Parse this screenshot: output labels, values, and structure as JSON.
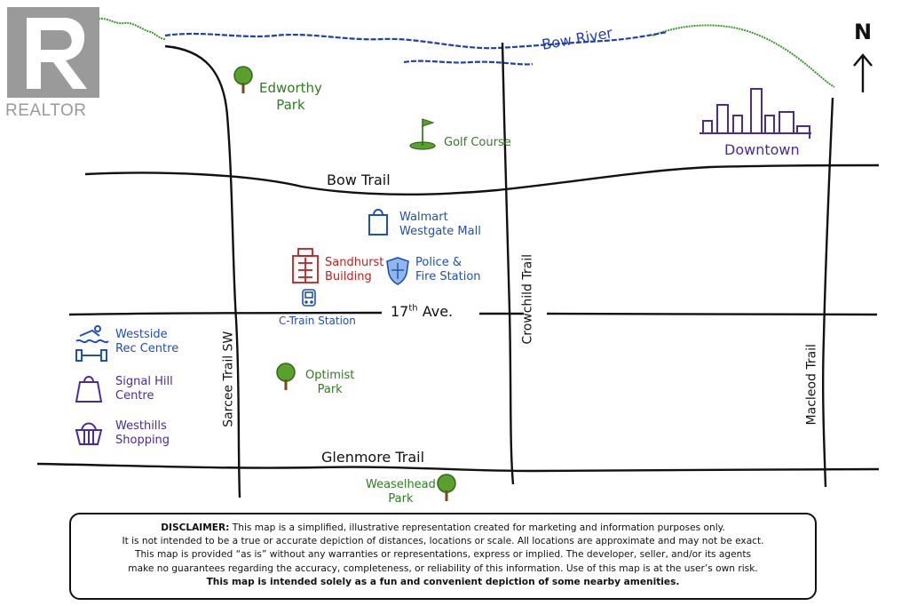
{
  "branding": {
    "logo_text": "REALTOR"
  },
  "compass": {
    "north_label": "N"
  },
  "river": {
    "label": "Bow River"
  },
  "roads": {
    "bow_trail": "Bow Trail",
    "seventeenth_ave": "17",
    "seventeenth_ave_sup": "th",
    "seventeenth_ave_suffix": " Ave.",
    "glenmore_trail": "Glenmore Trail",
    "sarcee_trail": "Sarcee Trail SW",
    "crowchild_trail": "Crowchild Trail",
    "macleod_trail": "Macleod Trail"
  },
  "places": {
    "edworthy_park": [
      "Edworthy",
      "Park"
    ],
    "golf_course": "Golf Course",
    "downtown": "Downtown",
    "walmart": [
      "Walmart",
      "Westgate Mall"
    ],
    "sandhurst": [
      "Sandhurst",
      "Building"
    ],
    "police_fire": [
      "Police &",
      "Fire Station"
    ],
    "ctrain": "C-Train Station",
    "optimist_park": [
      "Optimist",
      "Park"
    ],
    "weaselhead_park": [
      "Weaselhead",
      "Park"
    ]
  },
  "legend": {
    "westside": [
      "Westside",
      "Rec Centre"
    ],
    "signal_hill": [
      "Signal Hill",
      "Centre"
    ],
    "westhills": [
      "Westhills",
      "Shopping"
    ]
  },
  "disclaimer": {
    "heading": "DISCLAIMER:",
    "line1": " This map is a simplified, illustrative representation created for marketing and information purposes only.",
    "line2": "It is not intended to be a true or accurate depiction of distances, locations or scale. All locations are approximate and may not be exact.",
    "line3": "This map is provided “as is” without any warranties or representations, express or implied. The developer, seller, and/or its agents",
    "line4": "make no guarantees regarding the accuracy, completeness, or reliability of this information. Use of this map is at the user’s own risk.",
    "line5": "This map is intended solely as a fun and convenient depiction of some nearby amenities."
  },
  "colors": {
    "river_blue": "#1f3fb0",
    "bank_green": "#3a9a2a",
    "park_green": "#2e7d1e",
    "retail_blue": "#1f4fb8",
    "building_red": "#c21f1f",
    "purple": "#4b2a9c",
    "road_black": "#111111"
  },
  "icons": [
    "tree-icon",
    "golf-flag-icon",
    "skyline-icon",
    "shopping-bag-icon",
    "building-icon",
    "shield-icon",
    "train-icon",
    "swimmer-icon",
    "dumbbell-icon",
    "basket-icon",
    "north-arrow-icon"
  ]
}
